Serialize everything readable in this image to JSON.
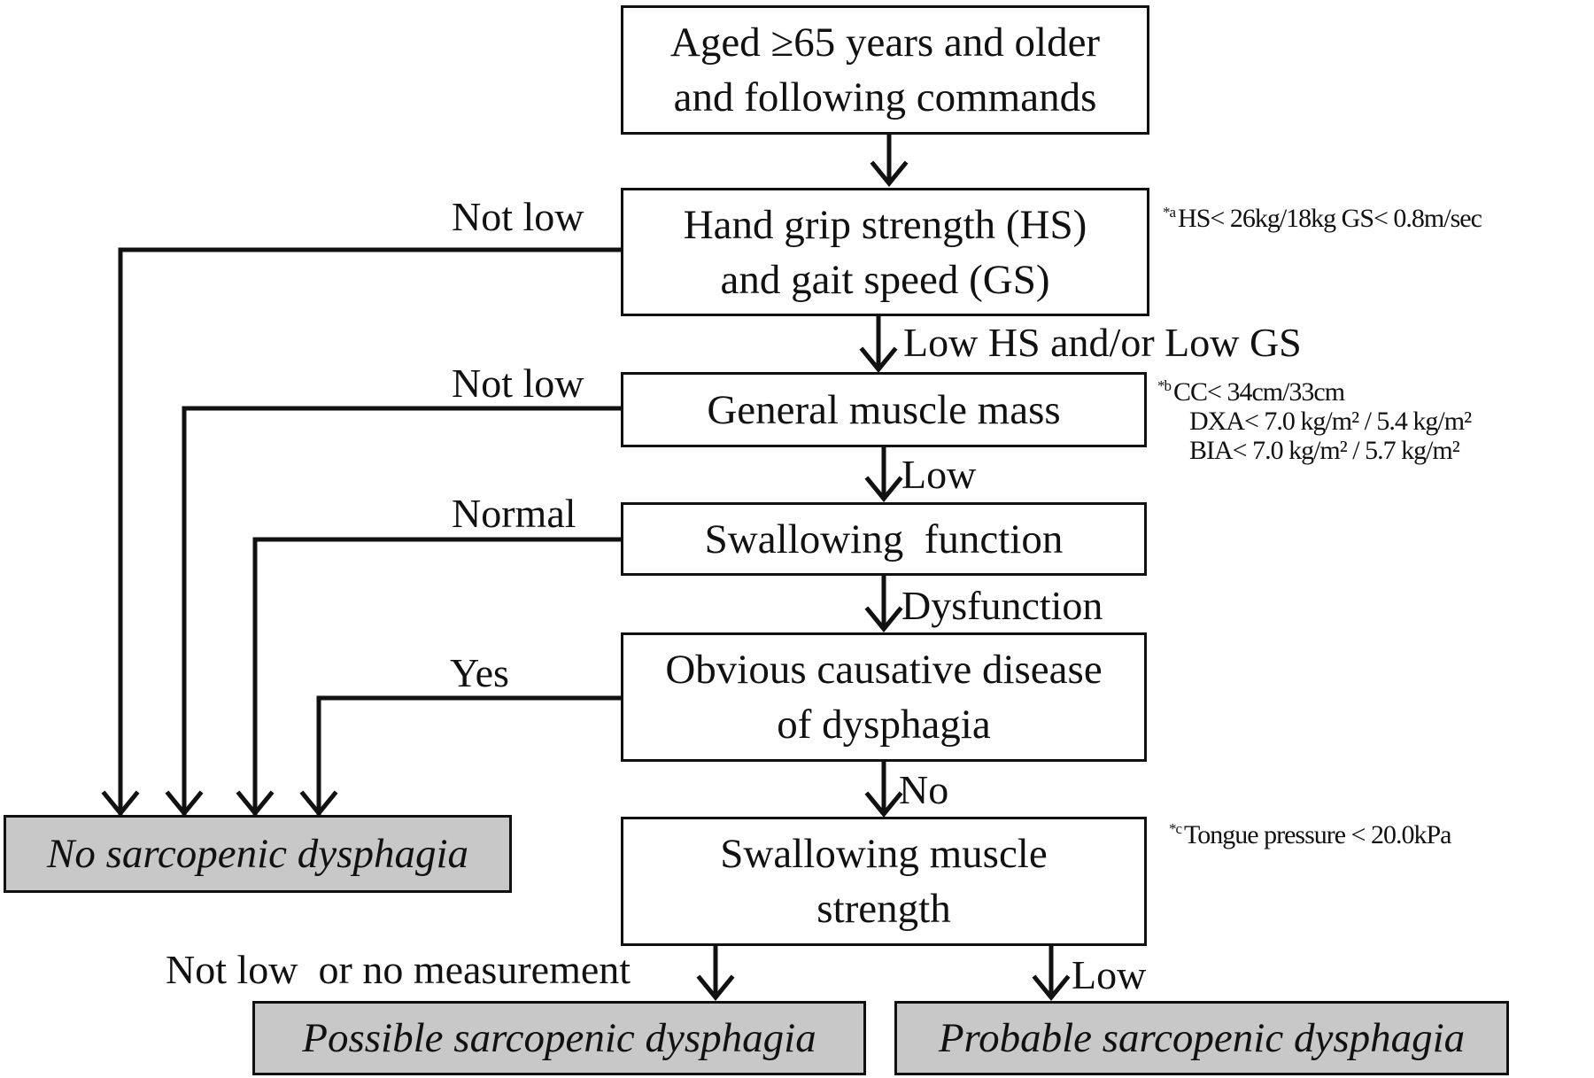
{
  "boxes": {
    "start": [
      "Aged ≥65 years and older",
      "and following commands"
    ],
    "grip": [
      "Hand grip strength (HS)",
      "and gait speed (GS)"
    ],
    "mass": [
      "General muscle mass"
    ],
    "swallow": [
      "Swallowing  function"
    ],
    "disease": [
      "Obvious causative disease",
      "of dysphagia"
    ],
    "tongue": [
      "Swallowing muscle",
      "strength"
    ]
  },
  "outcomes": {
    "none": "No sarcopenic dysphagia",
    "possible": "Possible sarcopenic dysphagia",
    "probable": "Probable sarcopenic dysphagia"
  },
  "edge_labels": {
    "grip_not_low": "Not low",
    "grip_low": "Low HS and/or Low GS",
    "mass_not_low": "Not low",
    "mass_low": "Low",
    "swallow_normal": "Normal",
    "swallow_dysfunction": "Dysfunction",
    "disease_yes": "Yes",
    "disease_no": "No",
    "tongue_not_low": "Not low  or no measurement",
    "tongue_low": "Low"
  },
  "notes": {
    "grip": {
      "marker": "*a",
      "lines": [
        "HS< 26kg/18kg GS< 0.8m/sec"
      ]
    },
    "mass": {
      "marker": "*b",
      "lines": [
        "CC< 34cm/33cm",
        "DXA< 7.0 kg/m² / 5.4 kg/m²",
        "BIA< 7.0 kg/m² / 5.7 kg/m²"
      ]
    },
    "tongue": {
      "marker": "*c",
      "lines": [
        "Tongue pressure < 20.0kPa"
      ]
    }
  },
  "colors": {
    "outcome_fill": "#c8c8c8",
    "line": "#111111"
  }
}
